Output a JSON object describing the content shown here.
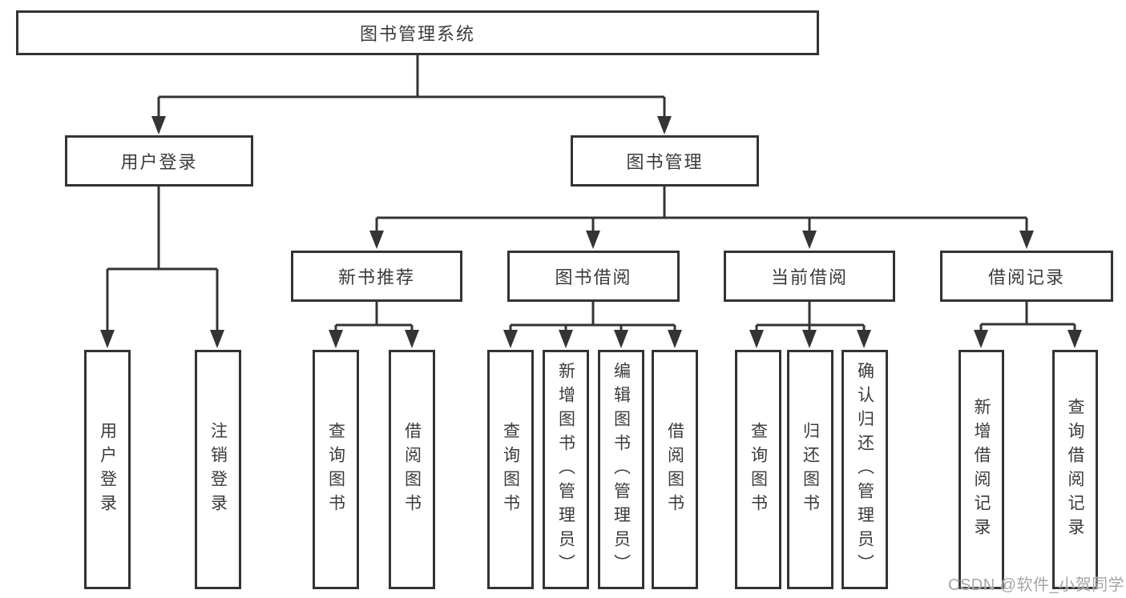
{
  "diagram_type": "hierarchy-tree",
  "colors": {
    "background": "#ffffff",
    "line": "#343434",
    "box_border": "#333333",
    "text": "#3b3b3b",
    "watermark": "#a5a5a5"
  },
  "hierarchy": {
    "label": "图书管理系统",
    "children": [
      {
        "label": "用户登录",
        "children": [
          {
            "label": "用户登录"
          },
          {
            "label": "注销登录"
          }
        ]
      },
      {
        "label": "图书管理",
        "children": [
          {
            "label": "新书推荐",
            "children": [
              {
                "label": "查询图书"
              },
              {
                "label": "借阅图书"
              }
            ]
          },
          {
            "label": "图书借阅",
            "children": [
              {
                "label": "查询图书"
              },
              {
                "label": "新增图书（管理员）"
              },
              {
                "label": "编辑图书（管理员）"
              },
              {
                "label": "借阅图书"
              }
            ]
          },
          {
            "label": "当前借阅",
            "children": [
              {
                "label": "查询图书"
              },
              {
                "label": "归还图书"
              },
              {
                "label": "确认归还（管理员）"
              }
            ]
          },
          {
            "label": "借阅记录",
            "children": [
              {
                "label": "新增借阅记录"
              },
              {
                "label": "查询借阅记录"
              }
            ]
          }
        ]
      }
    ]
  },
  "watermark": {
    "text": "CSDN @软件_小贺同学"
  }
}
